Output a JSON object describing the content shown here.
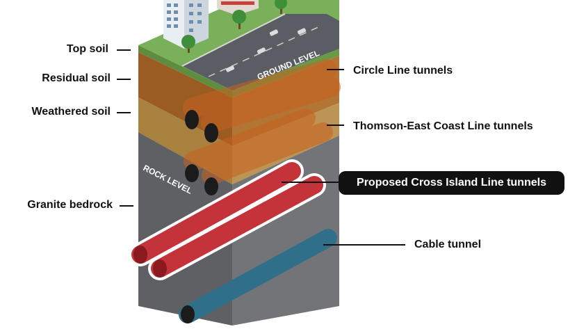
{
  "layers_left": {
    "top_soil": "Top soil",
    "residual_soil": "Residual soil",
    "weathered_soil": "Weathered soil",
    "granite_bedrock": "Granite bedrock"
  },
  "labels_right": {
    "circle_line": "Circle Line tunnels",
    "thomson_east_coast": "Thomson-East Coast Line tunnels",
    "cross_island": "Proposed Cross Island Line tunnels",
    "cable_tunnel": "Cable tunnel"
  },
  "block_text": {
    "ground_level": "GROUND LEVEL",
    "rock_level": "ROCK LEVEL"
  },
  "colors": {
    "grass": "#76a956",
    "road": "#5a5d63",
    "residual_soil": "#a86a2e",
    "weathered_soil": "#b48a4c",
    "rock_front": "#5f6064",
    "rock_side": "#737478",
    "cross_island_tunnel": "#c5333a",
    "cable_tunnel": "#2f6f8a",
    "orange_tunnel": "#d2692a",
    "label_pill": "#111111"
  }
}
